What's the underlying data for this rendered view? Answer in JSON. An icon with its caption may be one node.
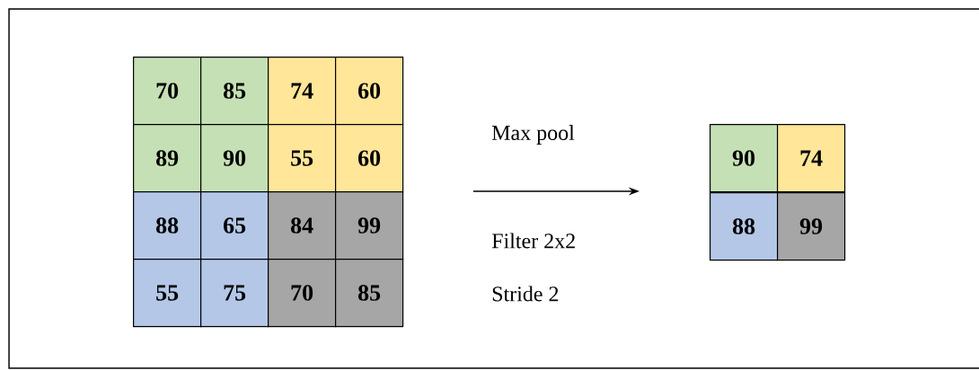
{
  "diagram": {
    "nodes": [
      {
        "text": [
          "70"
        ]
      },
      {
        "text": [
          "85"
        ]
      },
      {
        "text": [
          "74"
        ]
      },
      {
        "text": [
          "60"
        ]
      },
      {
        "text": [
          "89"
        ]
      },
      {
        "text": [
          "90"
        ]
      },
      {
        "text": [
          "55"
        ]
      },
      {
        "text": [
          "60"
        ]
      },
      {
        "text": [
          "88"
        ]
      },
      {
        "text": [
          "65"
        ]
      },
      {
        "text": [
          "84"
        ]
      },
      {
        "text": [
          "99"
        ]
      },
      {
        "text": [
          "55"
        ]
      },
      {
        "text": [
          "75"
        ]
      },
      {
        "text": [
          "70"
        ]
      },
      {
        "text": [
          "85"
        ]
      },
      {
        "text": [
          "90"
        ]
      },
      {
        "text": [
          "74"
        ]
      },
      {
        "text": [
          "88"
        ]
      },
      {
        "text": [
          "99"
        ]
      }
    ],
    "labels": [
      "Max pool",
      "Filter 2x2",
      "Stride 2"
    ]
  }
}
